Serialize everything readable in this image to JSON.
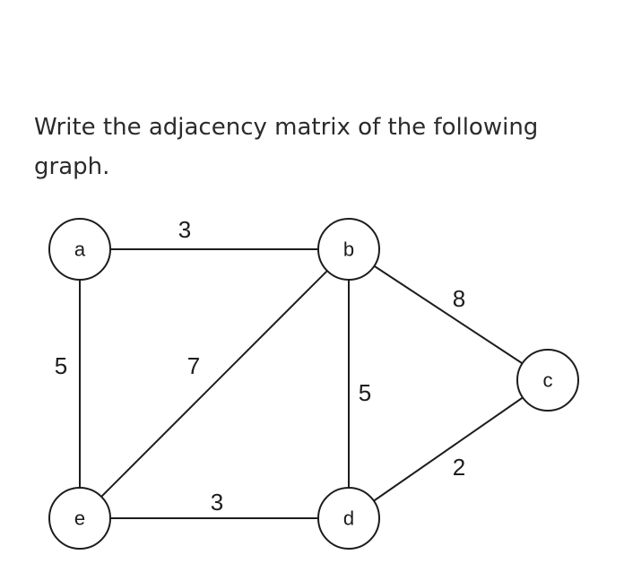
{
  "question": {
    "text": "Write the adjacency matrix of the following graph."
  },
  "graph": {
    "nodes": [
      {
        "id": "a",
        "label": "a"
      },
      {
        "id": "b",
        "label": "b"
      },
      {
        "id": "c",
        "label": "c"
      },
      {
        "id": "d",
        "label": "d"
      },
      {
        "id": "e",
        "label": "e"
      }
    ],
    "edges": [
      {
        "from": "a",
        "to": "b",
        "weight": "3"
      },
      {
        "from": "a",
        "to": "e",
        "weight": "5"
      },
      {
        "from": "b",
        "to": "e",
        "weight": "7"
      },
      {
        "from": "b",
        "to": "c",
        "weight": "8"
      },
      {
        "from": "b",
        "to": "d",
        "weight": "5"
      },
      {
        "from": "e",
        "to": "d",
        "weight": "3"
      },
      {
        "from": "d",
        "to": "c",
        "weight": "2"
      }
    ]
  }
}
